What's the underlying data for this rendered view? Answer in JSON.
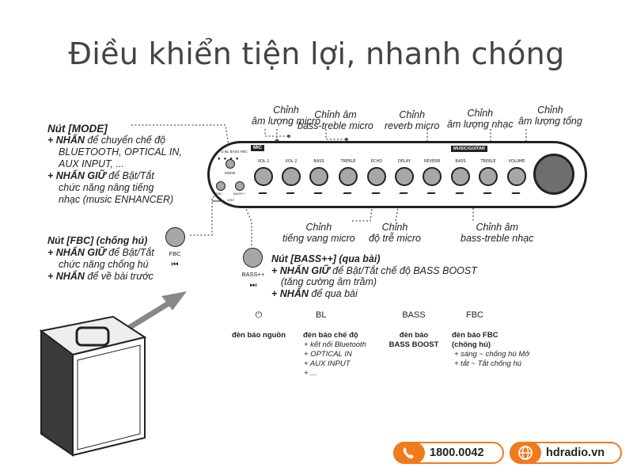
{
  "title": "Điều khiển tiện lợi, nhanh chóng",
  "callouts": {
    "mic_vol": [
      "Chỉnh",
      "âm lượng micro"
    ],
    "mic_bt": [
      "Chỉnh âm",
      "bass-treble micro"
    ],
    "mic_reverb": [
      "Chỉnh",
      "reverb micro"
    ],
    "music_vol": [
      "Chỉnh",
      "âm lượng nhạc"
    ],
    "master_vol": [
      "Chỉnh",
      "âm lượng tổng"
    ],
    "echo": [
      "Chỉnh",
      "tiếng vang micro"
    ],
    "delay": [
      "Chỉnh",
      "độ trễ micro"
    ],
    "music_bt": [
      "Chỉnh âm",
      "bass-treble nhạc"
    ]
  },
  "mode_note": {
    "heading": "Nút [MODE]",
    "l1_bold": "+ NHẤN",
    "l1": " để chuyển chế độ",
    "l2": "BLUETOOTH, OPTICAL IN,",
    "l3": "AUX INPUT, ...",
    "l4_bold": "+ NHẤN GIỮ",
    "l4": " để Bật/Tắt",
    "l5": "chức năng nâng tiếng",
    "l6": "nhạc (music ENHANCER)"
  },
  "fbc_note": {
    "heading": "Nút [FBC] (chống hú)",
    "l1_bold": "+ NHẤN GIỮ",
    "l1": " để Bật/Tắt",
    "l2": "chức năng chống hú",
    "l3_bold": "+ NHẤN",
    "l3": " để về bài trước",
    "button_label": "FBC",
    "button_icon": "⏮"
  },
  "bass_note": {
    "heading": "Nút [BASS++] (qua bài)",
    "l1_bold": "+ NHẤN GIỮ",
    "l1": " để Bật/Tắt chế độ BASS BOOST",
    "l2": "(tăng cường âm trầm)",
    "l3_bold": "+ NHẤN",
    "l3": " để qua bài",
    "button_label": "BASS++",
    "button_icon": "⏭"
  },
  "panel": {
    "mic_badge": "MIC",
    "music_badge": "MUSIC/GUITAR",
    "mode_label": "MODE",
    "fbc_label": "FBC",
    "bass_label": "BASS++",
    "vent_label": "VENT",
    "ind_labels": [
      "BL",
      "BASS",
      "FBC"
    ],
    "knobs": [
      "VOL 1",
      "VOL 2",
      "BASS",
      "TREBLE",
      "ECHO",
      "DELAY",
      "REVERB",
      "BASS",
      "TREBLE",
      "VOLUME"
    ]
  },
  "indicators": [
    {
      "symbol": "⏻",
      "title": "đèn báo nguồn",
      "items": []
    },
    {
      "symbol": "BL",
      "title": "đèn báo chế độ",
      "items": [
        "+ kết nối Bluetooth",
        "+ OPTICAL IN",
        "+ AUX INPUT",
        "+ ..."
      ]
    },
    {
      "symbol": "BASS",
      "title": "đèn báo",
      "title2": "BASS BOOST",
      "items": []
    },
    {
      "symbol": "FBC",
      "title": "đèn báo FBC",
      "title2": "(chống hú)",
      "items": [
        "+ sáng ~ chống hú Mở",
        "+ tắt ~ Tắt chống hú"
      ]
    }
  ],
  "contact": {
    "phone": "1800.0042",
    "website": "hdradio.vn"
  },
  "colors": {
    "accent": "#f07b1d",
    "knob": "#a7a7a7",
    "text": "#222222"
  }
}
